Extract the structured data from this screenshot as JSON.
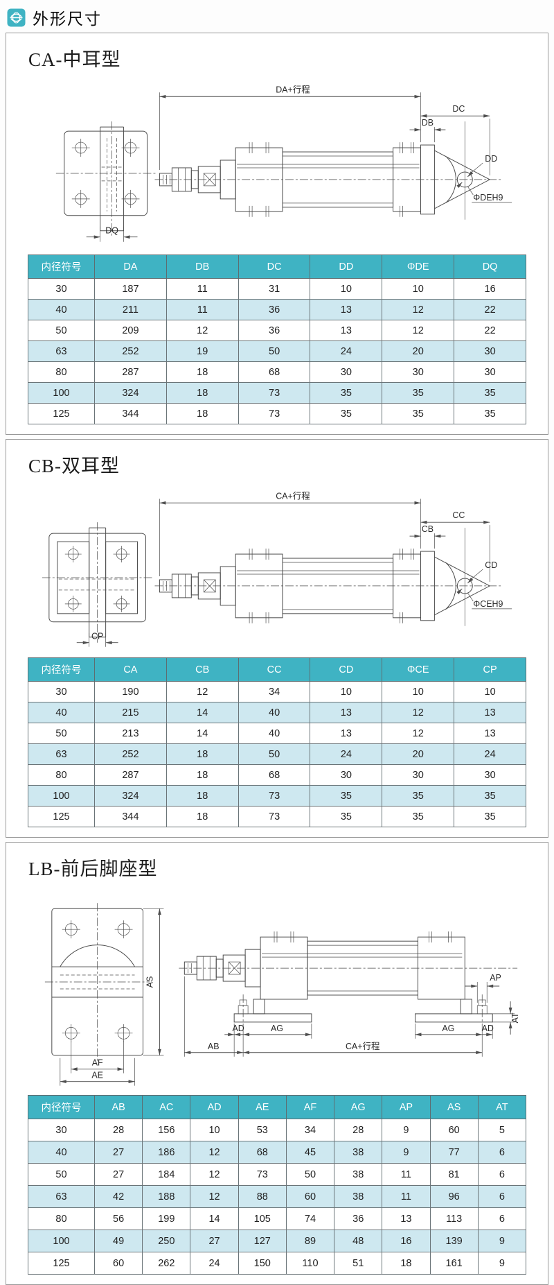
{
  "header": {
    "title": "外形尺寸"
  },
  "sections": [
    {
      "title": "CA-中耳型",
      "labels": {
        "stroke": "DA+行程",
        "dimC": "DC",
        "dimB": "DB",
        "pin": "DD",
        "bore": "ΦDEH9",
        "slot": "DQ"
      },
      "table": {
        "headers": [
          "内径符号",
          "DA",
          "DB",
          "DC",
          "DD",
          "ΦDE",
          "DQ"
        ],
        "rows": [
          [
            "30",
            "187",
            "11",
            "31",
            "10",
            "10",
            "16"
          ],
          [
            "40",
            "211",
            "11",
            "36",
            "13",
            "12",
            "22"
          ],
          [
            "50",
            "209",
            "12",
            "36",
            "13",
            "12",
            "22"
          ],
          [
            "63",
            "252",
            "19",
            "50",
            "24",
            "20",
            "30"
          ],
          [
            "80",
            "287",
            "18",
            "68",
            "30",
            "30",
            "30"
          ],
          [
            "100",
            "324",
            "18",
            "73",
            "35",
            "35",
            "35"
          ],
          [
            "125",
            "344",
            "18",
            "73",
            "35",
            "35",
            "35"
          ]
        ]
      }
    },
    {
      "title": "CB-双耳型",
      "labels": {
        "stroke": "CA+行程",
        "dimC": "CC",
        "dimB": "CB",
        "pin": "CD",
        "bore": "ΦCEH9",
        "slot": "CP"
      },
      "table": {
        "headers": [
          "内径符号",
          "CA",
          "CB",
          "CC",
          "CD",
          "ΦCE",
          "CP"
        ],
        "rows": [
          [
            "30",
            "190",
            "12",
            "34",
            "10",
            "10",
            "10"
          ],
          [
            "40",
            "215",
            "14",
            "40",
            "13",
            "12",
            "13"
          ],
          [
            "50",
            "213",
            "14",
            "40",
            "13",
            "12",
            "13"
          ],
          [
            "63",
            "252",
            "18",
            "50",
            "24",
            "20",
            "24"
          ],
          [
            "80",
            "287",
            "18",
            "68",
            "30",
            "30",
            "30"
          ],
          [
            "100",
            "324",
            "18",
            "73",
            "35",
            "35",
            "35"
          ],
          [
            "125",
            "344",
            "18",
            "73",
            "35",
            "35",
            "35"
          ]
        ]
      }
    },
    {
      "title": "LB-前后脚座型",
      "labels": {
        "stroke": "CA+行程",
        "ab": "AB",
        "adL": "AD",
        "agL": "AG",
        "agR": "AG",
        "adR": "AD",
        "ap": "AP",
        "at": "AT",
        "as": "AS",
        "af": "AF",
        "ae": "AE"
      },
      "table": {
        "headers": [
          "内径符号",
          "AB",
          "AC",
          "AD",
          "AE",
          "AF",
          "AG",
          "AP",
          "AS",
          "AT"
        ],
        "rows": [
          [
            "30",
            "28",
            "156",
            "10",
            "53",
            "34",
            "28",
            "9",
            "60",
            "5"
          ],
          [
            "40",
            "27",
            "186",
            "12",
            "68",
            "45",
            "38",
            "9",
            "77",
            "6"
          ],
          [
            "50",
            "27",
            "184",
            "12",
            "73",
            "50",
            "38",
            "11",
            "81",
            "6"
          ],
          [
            "63",
            "42",
            "188",
            "12",
            "88",
            "60",
            "38",
            "11",
            "96",
            "6"
          ],
          [
            "80",
            "56",
            "199",
            "14",
            "105",
            "74",
            "36",
            "13",
            "113",
            "6"
          ],
          [
            "100",
            "49",
            "250",
            "27",
            "127",
            "89",
            "48",
            "16",
            "139",
            "9"
          ],
          [
            "125",
            "60",
            "262",
            "24",
            "150",
            "110",
            "51",
            "18",
            "161",
            "9"
          ]
        ]
      }
    }
  ]
}
